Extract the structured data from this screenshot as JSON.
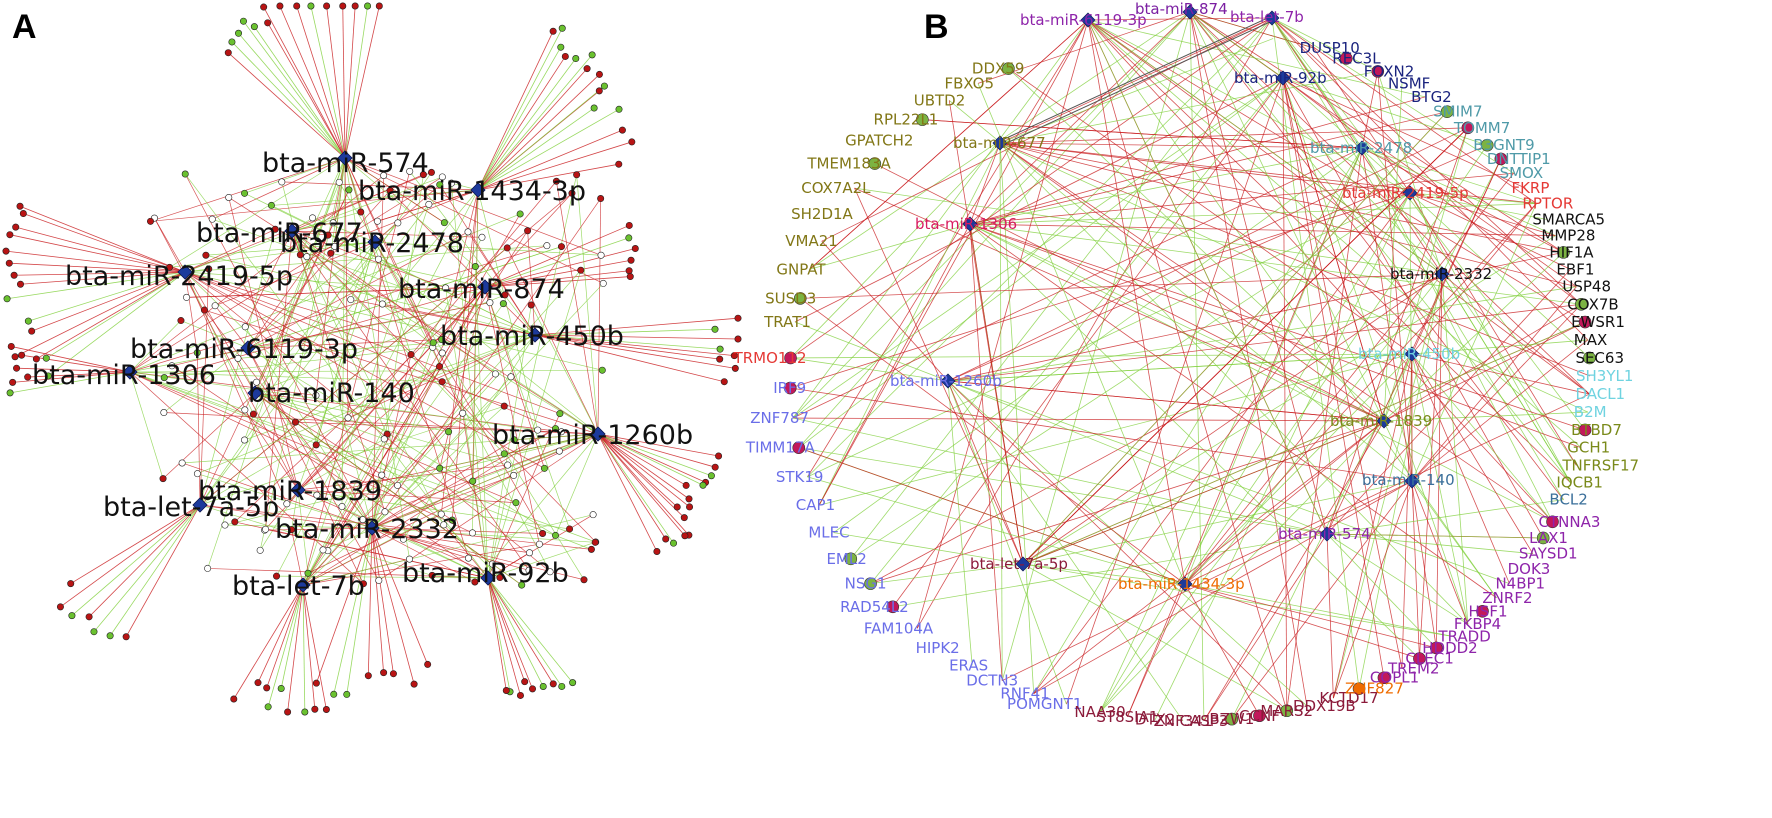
{
  "panels": [
    {
      "label": "A"
    },
    {
      "label": "B"
    }
  ],
  "palette": {
    "edge_red": "#c8191c",
    "edge_green": "#7fcf3a",
    "node_red": "#b81414",
    "node_green": "#6ac12f",
    "node_white": "#ffffff",
    "hub_blue": "#1c3a9c",
    "hub_link": "#555555"
  },
  "panelA": {
    "hubs": [
      {
        "name": "bta-miR-574"
      },
      {
        "name": "bta-miR-1434-3p"
      },
      {
        "name": "bta-miR-677"
      },
      {
        "name": "bta-miR-2478"
      },
      {
        "name": "bta-miR-2419-5p"
      },
      {
        "name": "bta-miR-874"
      },
      {
        "name": "bta-miR-450b"
      },
      {
        "name": "bta-miR-6119-3p"
      },
      {
        "name": "bta-miR-1306"
      },
      {
        "name": "bta-miR-140"
      },
      {
        "name": "bta-miR-1260b"
      },
      {
        "name": "bta-miR-1839"
      },
      {
        "name": "bta-let-7a-5p"
      },
      {
        "name": "bta-miR-2332"
      },
      {
        "name": "bta-let-7b"
      },
      {
        "name": "bta-miR-92b"
      }
    ]
  },
  "panelB": {
    "hubs": [
      {
        "name": "bta-miR-874",
        "color": "#7b1fa2"
      },
      {
        "name": "bta-miR-6119-3p",
        "color": "#8e24aa"
      },
      {
        "name": "bta-let-7b",
        "color": "#8e24aa"
      },
      {
        "name": "bta-miR-92b",
        "color": "#1a237e"
      },
      {
        "name": "bta-miR-677",
        "color": "#827717"
      },
      {
        "name": "bta-miR-2478",
        "color": "#4f9aa8"
      },
      {
        "name": "bta-miR-2419-5p",
        "color": "#e53935"
      },
      {
        "name": "bta-miR-1306",
        "color": "#d81b60"
      },
      {
        "name": "bta-miR-2332",
        "color": "#111111"
      },
      {
        "name": "bta-miR-450b",
        "color": "#6fd3e0"
      },
      {
        "name": "bta-miR-1260b",
        "color": "#6a6ee8"
      },
      {
        "name": "bta-miR-1839",
        "color": "#7a8a1a"
      },
      {
        "name": "bta-miR-140",
        "color": "#3a6f9a"
      },
      {
        "name": "bta-miR-574",
        "color": "#8e24aa"
      },
      {
        "name": "bta-let-7a-5p",
        "color": "#8b1a3a"
      },
      {
        "name": "bta-miR-1434-3p",
        "color": "#ef6c00"
      }
    ],
    "genes": [
      {
        "name": "DDX59",
        "color": "#827717",
        "node": "#7cb342"
      },
      {
        "name": "FBXO5",
        "color": "#827717",
        "node": null
      },
      {
        "name": "UBTD2",
        "color": "#827717",
        "node": null
      },
      {
        "name": "RPL22L1",
        "color": "#827717",
        "node": "#7cb342"
      },
      {
        "name": "GPATCH2",
        "color": "#827717",
        "node": null
      },
      {
        "name": "TMEM183A",
        "color": "#827717",
        "node": "#7cb342"
      },
      {
        "name": "COX7A2L",
        "color": "#827717",
        "node": null
      },
      {
        "name": "SH2D1A",
        "color": "#827717",
        "node": null
      },
      {
        "name": "VMA21",
        "color": "#827717",
        "node": null
      },
      {
        "name": "GNPAT",
        "color": "#827717",
        "node": null
      },
      {
        "name": "SUSD3",
        "color": "#827717",
        "node": "#7cb342"
      },
      {
        "name": "TRAT1",
        "color": "#827717",
        "node": null
      },
      {
        "name": "TRMO112",
        "color": "#e53935",
        "node": "#c2185b"
      },
      {
        "name": "IRF9",
        "color": "#6a6ee8",
        "node": "#c2185b"
      },
      {
        "name": "ZNF787",
        "color": "#6a6ee8",
        "node": null
      },
      {
        "name": "TIMM17A",
        "color": "#6a6ee8",
        "node": "#c2185b"
      },
      {
        "name": "STK19",
        "color": "#6a6ee8",
        "node": null
      },
      {
        "name": "CAP1",
        "color": "#6a6ee8",
        "node": null
      },
      {
        "name": "MLEC",
        "color": "#6a6ee8",
        "node": null
      },
      {
        "name": "EML2",
        "color": "#6a6ee8",
        "node": "#7cb342"
      },
      {
        "name": "NSG1",
        "color": "#6a6ee8",
        "node": "#7cb342"
      },
      {
        "name": "RAD54L2",
        "color": "#6a6ee8",
        "node": "#c2185b"
      },
      {
        "name": "FAM104A",
        "color": "#6a6ee8",
        "node": null
      },
      {
        "name": "HIPK2",
        "color": "#6a6ee8",
        "node": null
      },
      {
        "name": "ERAS",
        "color": "#6a6ee8",
        "node": null
      },
      {
        "name": "DCTN3",
        "color": "#6a6ee8",
        "node": null
      },
      {
        "name": "RNF41",
        "color": "#6a6ee8",
        "node": null
      },
      {
        "name": "POMGNT1",
        "color": "#6a6ee8",
        "node": null
      },
      {
        "name": "NAA30",
        "color": "#8b1a3a",
        "node": null
      },
      {
        "name": "ST8SIA1",
        "color": "#8b1a3a",
        "node": null
      },
      {
        "name": "DTX2",
        "color": "#8b1a3a",
        "node": null
      },
      {
        "name": "ZNF341",
        "color": "#8b1a3a",
        "node": null
      },
      {
        "name": "CASP3",
        "color": "#8b1a3a",
        "node": null
      },
      {
        "name": "BZW1",
        "color": "#8b1a3a",
        "node": "#7cb342"
      },
      {
        "name": "CCNF",
        "color": "#8b1a3a",
        "node": "#c2185b"
      },
      {
        "name": "MARS2",
        "color": "#8b1a3a",
        "node": "#7cb342"
      },
      {
        "name": "DDX19B",
        "color": "#8b1a3a",
        "node": null
      },
      {
        "name": "KCTD17",
        "color": "#8b1a3a",
        "node": null
      },
      {
        "name": "ZNF827",
        "color": "#ef6c00",
        "node": "#ef6c00"
      },
      {
        "name": "COPL1",
        "color": "#8e24aa",
        "node": "#c2185b"
      },
      {
        "name": "TREM2",
        "color": "#8e24aa",
        "node": null
      },
      {
        "name": "CLEC1",
        "color": "#8e24aa",
        "node": "#c2185b"
      },
      {
        "name": "HDDD2",
        "color": "#8e24aa",
        "node": "#c2185b"
      },
      {
        "name": "TRADD",
        "color": "#8e24aa",
        "node": null
      },
      {
        "name": "FKBP4",
        "color": "#8e24aa",
        "node": null
      },
      {
        "name": "HSF1",
        "color": "#8e24aa",
        "node": "#c2185b"
      },
      {
        "name": "ZNRF2",
        "color": "#8e24aa",
        "node": null
      },
      {
        "name": "N4BP1",
        "color": "#8e24aa",
        "node": null
      },
      {
        "name": "DOK3",
        "color": "#8e24aa",
        "node": null
      },
      {
        "name": "SAYSD1",
        "color": "#8e24aa",
        "node": null
      },
      {
        "name": "LAX1",
        "color": "#8e24aa",
        "node": "#7cb342"
      },
      {
        "name": "CTNNA3",
        "color": "#8e24aa",
        "node": "#c2185b"
      },
      {
        "name": "BCL2",
        "color": "#3a6f9a",
        "node": null
      },
      {
        "name": "IQCB1",
        "color": "#7a8a1a",
        "node": null
      },
      {
        "name": "TNFRSF17",
        "color": "#7a8a1a",
        "node": null
      },
      {
        "name": "GCH1",
        "color": "#7a8a1a",
        "node": null
      },
      {
        "name": "BTBD7",
        "color": "#7a8a1a",
        "node": "#c2185b"
      },
      {
        "name": "B2M",
        "color": "#6fd3e0",
        "node": null
      },
      {
        "name": "DACL1",
        "color": "#6fd3e0",
        "node": null
      },
      {
        "name": "SH3YL1",
        "color": "#6fd3e0",
        "node": null
      },
      {
        "name": "SEC63",
        "color": "#111111",
        "node": "#7cb342"
      },
      {
        "name": "MAX",
        "color": "#111111",
        "node": null
      },
      {
        "name": "EWSR1",
        "color": "#111111",
        "node": "#c2185b"
      },
      {
        "name": "COX7B",
        "color": "#111111",
        "node": "#7cb342"
      },
      {
        "name": "USP48",
        "color": "#111111",
        "node": null
      },
      {
        "name": "EBF1",
        "color": "#111111",
        "node": null
      },
      {
        "name": "HIF1A",
        "color": "#111111",
        "node": "#7cb342"
      },
      {
        "name": "MMP28",
        "color": "#111111",
        "node": null
      },
      {
        "name": "SMARCA5",
        "color": "#111111",
        "node": null
      },
      {
        "name": "RPTOR",
        "color": "#e53935",
        "node": null
      },
      {
        "name": "FKRP",
        "color": "#e53935",
        "node": null
      },
      {
        "name": "SMOX",
        "color": "#4f9aa8",
        "node": null
      },
      {
        "name": "DNTTIP1",
        "color": "#4f9aa8",
        "node": "#c2185b"
      },
      {
        "name": "B3GNT9",
        "color": "#4f9aa8",
        "node": "#7cb342"
      },
      {
        "name": "TOMM7",
        "color": "#4f9aa8",
        "node": "#c2185b"
      },
      {
        "name": "SMIM7",
        "color": "#4f9aa8",
        "node": "#7cb342"
      },
      {
        "name": "BTG2",
        "color": "#1a237e",
        "node": null
      },
      {
        "name": "NSMF",
        "color": "#1a237e",
        "node": null
      },
      {
        "name": "FOXN2",
        "color": "#1a237e",
        "node": "#c2185b"
      },
      {
        "name": "REC3L",
        "color": "#1a237e",
        "node": "#c2185b"
      },
      {
        "name": "DUSP10",
        "color": "#1a237e",
        "node": null
      }
    ]
  }
}
